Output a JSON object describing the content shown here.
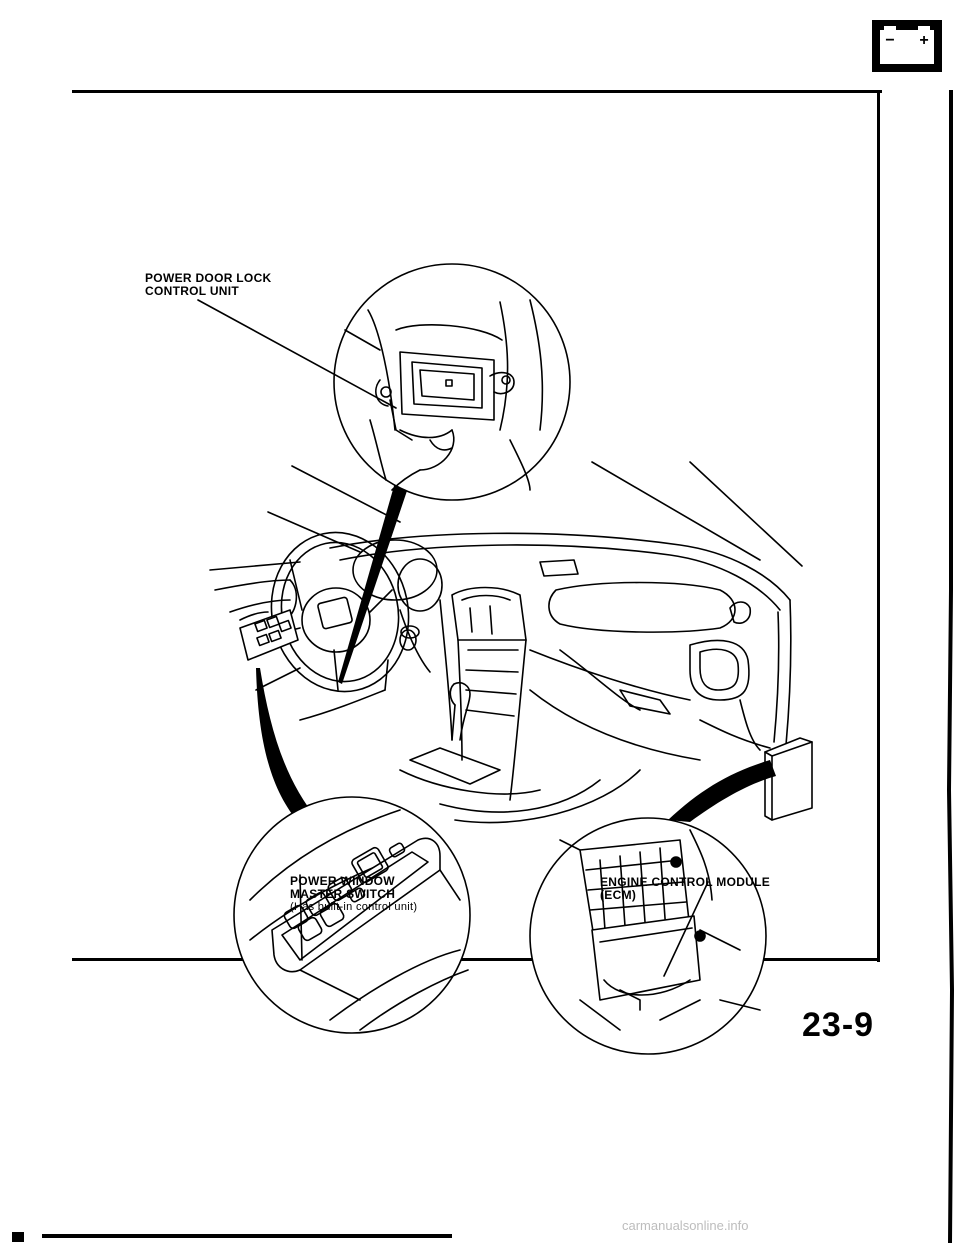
{
  "header": {
    "icon": "battery-icon",
    "battery_minus": "−",
    "battery_plus": "+"
  },
  "labels": {
    "power_door_lock": [
      "POWER DOOR LOCK",
      "CONTROL UNIT"
    ],
    "power_window": {
      "lines": [
        "POWER WINDOW",
        "MASTER SWITCH"
      ],
      "note": "(Has built-in control unit)"
    },
    "ecm": [
      "ENGINE CONTROL MODULE",
      "(ECM)"
    ]
  },
  "page_number": "23-9",
  "footer": {
    "url": "carmanualsonline.info"
  }
}
